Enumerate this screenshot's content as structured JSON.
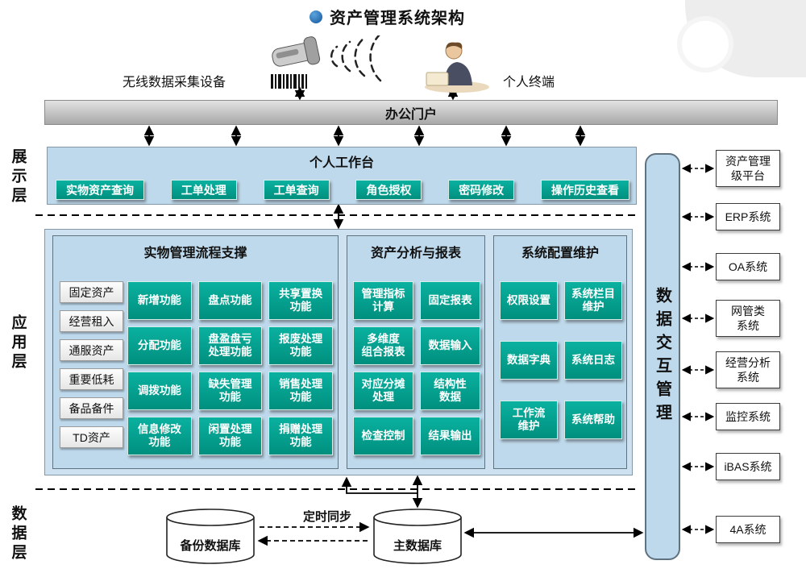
{
  "title": "资产管理系统架构",
  "devices": {
    "scanner_label": "无线数据采集设备",
    "terminal_label": "个人终端"
  },
  "portal": {
    "label": "办公门户"
  },
  "layers": {
    "presentation": "展示层",
    "application": "应用层",
    "data": "数据层"
  },
  "workbench": {
    "title": "个人工作台",
    "buttons": [
      "实物资产查询",
      "工单处理",
      "工单查询",
      "角色授权",
      "密码修改",
      "操作历史查看"
    ]
  },
  "app_sections": {
    "physical": {
      "title": "实物管理流程支撑",
      "categories": [
        "固定资产",
        "经营租入",
        "通服资产",
        "重要低耗",
        "备品备件",
        "TD资产"
      ],
      "functions": [
        "新增功能",
        "盘点功能",
        "共享置换\n功能",
        "分配功能",
        "盘盈盘亏\n处理功能",
        "报废处理\n功能",
        "调拨功能",
        "缺失管理\n功能",
        "销售处理\n功能",
        "信息修改\n功能",
        "闲置处理\n功能",
        "捐赠处理\n功能"
      ]
    },
    "analysis": {
      "title": "资产分析与报表",
      "functions": [
        "管理指标\n计算",
        "固定报表",
        "多维度\n组合报表",
        "数据输入",
        "对应分摊\n处理",
        "结构性\n数据",
        "检查控制",
        "结果输出"
      ]
    },
    "config": {
      "title": "系统配置维护",
      "functions": [
        "权限设置",
        "系统栏目\n维护",
        "数据字典",
        "系统日志",
        "工作流\n维护",
        "系统帮助"
      ]
    }
  },
  "data_exchange": {
    "label": "数据交互管理"
  },
  "external_systems": [
    "资产管理\n级平台",
    "ERP系统",
    "OA系统",
    "网管类\n系统",
    "经营分析\n系统",
    "监控系统",
    "iBAS系统",
    "4A系统"
  ],
  "databases": {
    "backup": "备份数据库",
    "main": "主数据库",
    "sync_label": "定时同步"
  },
  "colors": {
    "teal": "#00a08d",
    "panel_blue": "#bed9ec",
    "portal_gray": "#bfbfbf",
    "title_dot_blue": "#1d6ab0"
  }
}
